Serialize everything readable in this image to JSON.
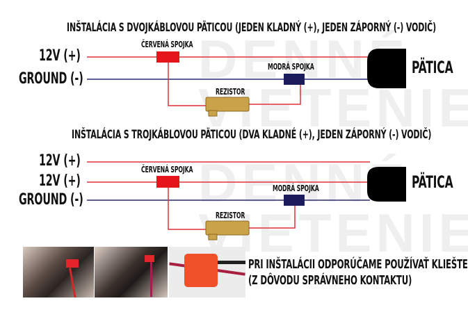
{
  "watermark": {
    "line1": "DENNÉ",
    "line2": "VIETENIE"
  },
  "diagram1": {
    "title": "INŠTALÁCIA S DVOJKÁBLOVOU PÄTICOU (JEDEN KLADNÝ (+), JEDEN ZÁPORNÝ (-) VODIČ)",
    "positive_label": "12V (+)",
    "ground_label": "GROUND (-)",
    "red_connector_label": "ČERVENÁ SPOJKA",
    "blue_connector_label": "MODRÁ SPOJKA",
    "resistor_label": "REZISTOR",
    "socket_label": "PÄTICA"
  },
  "diagram2": {
    "title": "INŠTALÁCIA S TROJKÁBLOVOU PÄTICOU (DVA KLADNÉ (+), JEDEN ZÁPORNÝ (-) VODIČ)",
    "positive_label_1": "12V (+)",
    "positive_label_2": "12V (+)",
    "ground_label": "GROUND (-)",
    "red_connector_label": "ČERVENÁ SPOJKA",
    "blue_connector_label": "MODRÁ SPOJKA",
    "resistor_label": "REZISTOR",
    "socket_label": "PÄTICA"
  },
  "note": {
    "line1": "PRI INŠTALÁCII ODPORÚČAME POUŽÍVAŤ KLIEŠTE",
    "line2": "(Z DÔVODU SPRÁVNEHO KONTAKTU)"
  },
  "colors": {
    "positive_wire": "#e0303a",
    "ground_wire": "#2a2a7a",
    "red_connector": "#e4161b",
    "blue_connector": "#1c1c5c",
    "resistor": "#c9a24a"
  }
}
